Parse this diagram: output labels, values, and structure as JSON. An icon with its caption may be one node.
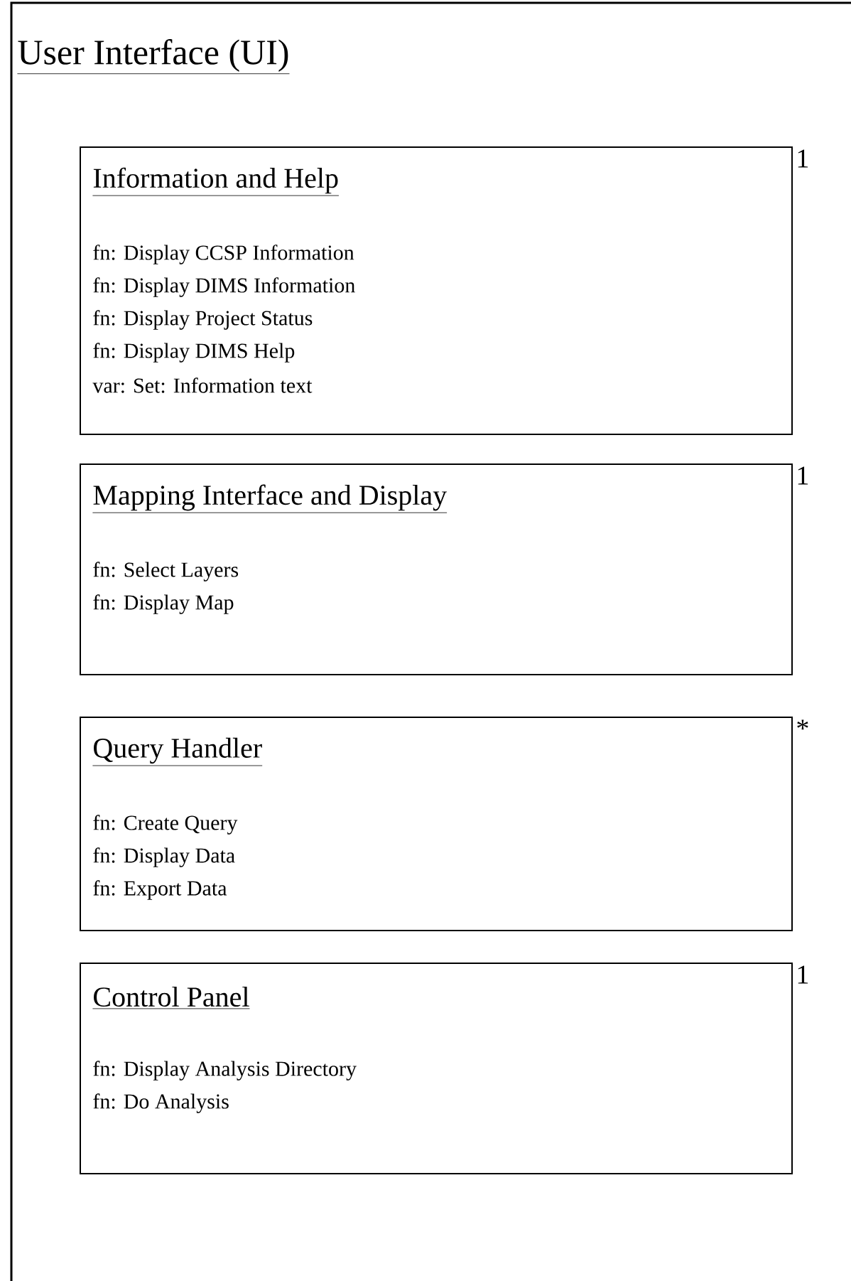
{
  "diagram": {
    "nodes": [
      {
        "text": [
          "User Interface (UI)"
        ]
      },
      {
        "text": [
          "Information and Help",
          "fn: Display CCSP Information",
          "fn: Display DIMS Information",
          "fn: Display Project Status",
          "fn: Display DIMS Help",
          "var: Set: Information text"
        ],
        "in": 0,
        "beside": [
          "1"
        ]
      },
      {
        "text": [
          "Mapping Interface and Display",
          "fn: Select Layers",
          "fn: Display Map"
        ],
        "in": 0,
        "beside": [
          "1"
        ]
      },
      {
        "text": [
          "Query Handler",
          "fn: Create Query",
          "fn: Display Data",
          "fn: Export Data"
        ],
        "in": 0,
        "beside": [
          "*"
        ]
      },
      {
        "text": [
          "Control Panel",
          "fn: Display Analysis Directory",
          "fn: Do Analysis"
        ],
        "in": 0,
        "beside": [
          "1"
        ]
      }
    ]
  }
}
